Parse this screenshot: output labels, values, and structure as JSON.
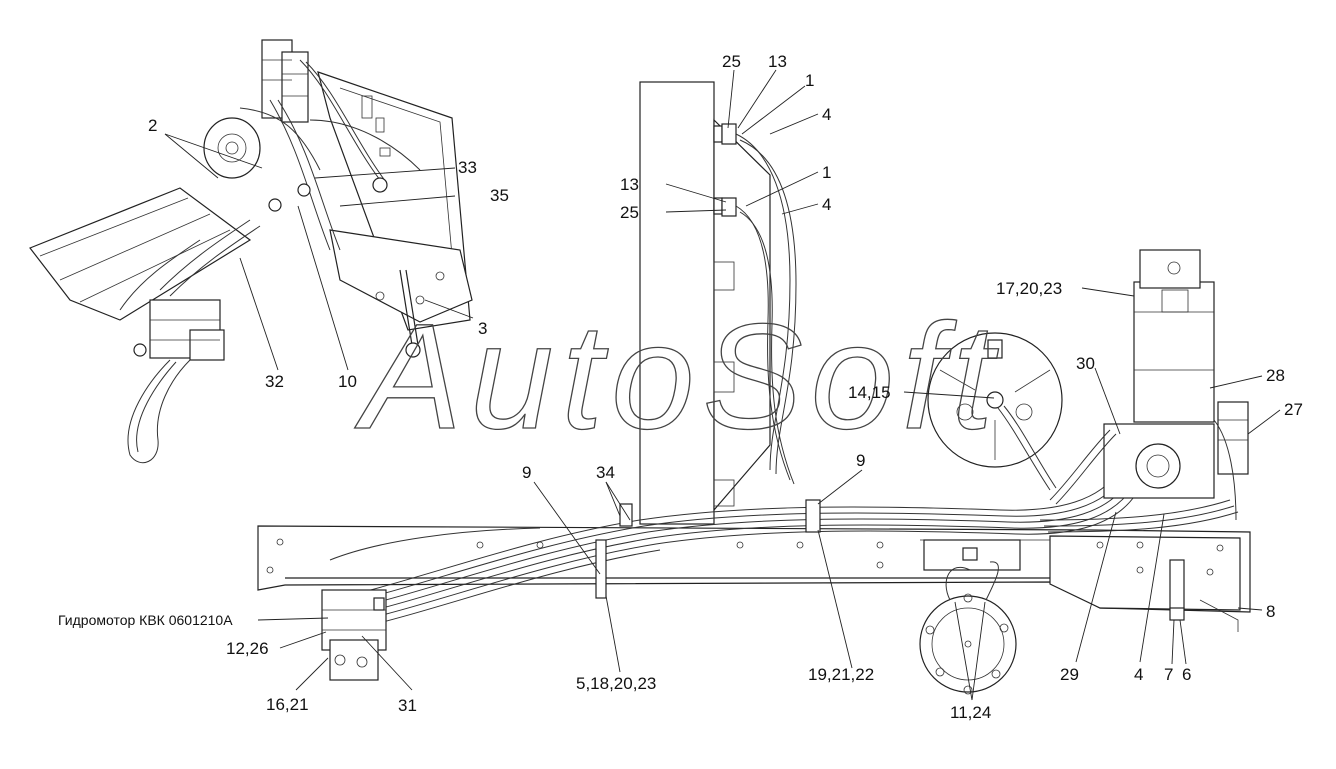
{
  "watermark": "AutoSoft",
  "motor_label": "Гидромотор КВК 0601210А",
  "callouts": {
    "c2": "2",
    "c33": "33",
    "c35": "35",
    "c3": "3",
    "c32": "32",
    "c10": "10",
    "c25a": "25",
    "c13a": "13",
    "c1a": "1",
    "c4a": "4",
    "c13b": "13",
    "c25b": "25",
    "c1b": "1",
    "c4b": "4",
    "c17": "17,20,23",
    "c30": "30",
    "c28": "28",
    "c14": "14,15",
    "c27": "27",
    "c9a": "9",
    "c34": "34",
    "c9b": "9",
    "c8": "8",
    "c12": "12,26",
    "c5": "5,18,20,23",
    "c19": "19,21,22",
    "c29": "29",
    "c4c": "4",
    "c7": "7",
    "c6": "6",
    "c16": "16,21",
    "c31": "31",
    "c11": "11,24"
  }
}
